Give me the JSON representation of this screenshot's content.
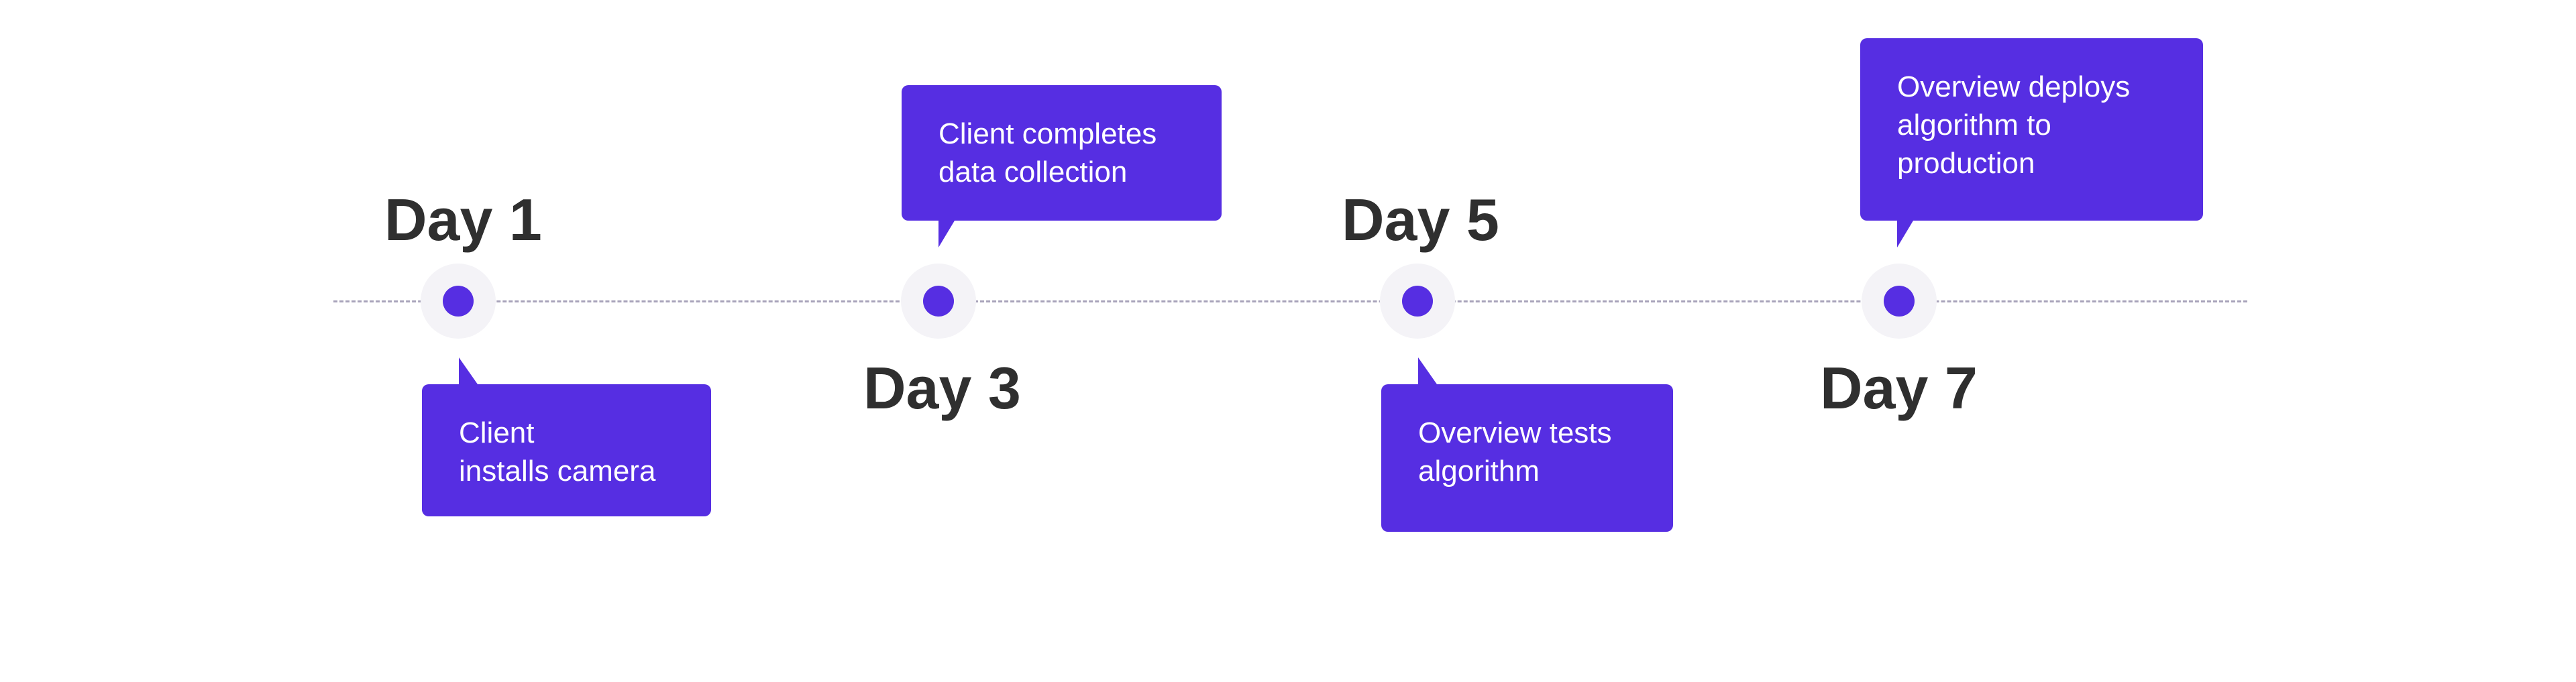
{
  "colors": {
    "accent": "#562ee2",
    "dot_halo": "#f4f3f7",
    "timeline": "#a7a2b9",
    "label_text": "#2f2f2f",
    "bubble_text": "#ffffff"
  },
  "milestones": [
    {
      "day": "Day 1",
      "caption_lines": [
        "Client",
        "installs camera"
      ]
    },
    {
      "day": "Day 3",
      "caption_lines": [
        "Client completes",
        "data collection"
      ]
    },
    {
      "day": "Day 5",
      "caption_lines": [
        "Overview tests",
        "algorithm"
      ]
    },
    {
      "day": "Day 7",
      "caption_lines": [
        "Overview deploys",
        "algorithm to",
        "production"
      ]
    }
  ]
}
